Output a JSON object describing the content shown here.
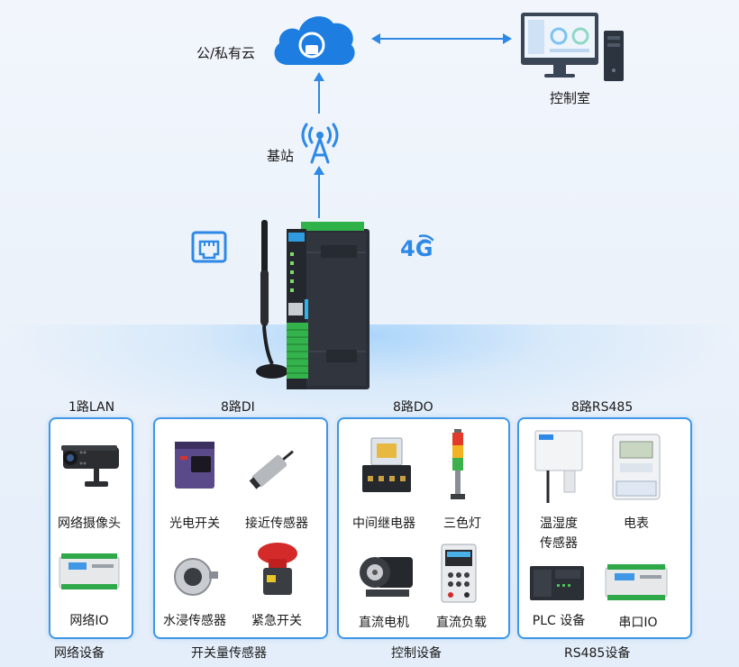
{
  "cloud": {
    "label": "公/私有云"
  },
  "control_room": {
    "label": "控制室"
  },
  "base_station": {
    "label": "基站"
  },
  "network_badge": {
    "text": "4G"
  },
  "interfaces": [
    {
      "label": "1路LAN"
    },
    {
      "label": "8路DI"
    },
    {
      "label": "8路DO"
    },
    {
      "label": "8路RS485"
    }
  ],
  "groups": [
    {
      "label": "网络设备",
      "devices": [
        {
          "label": "网络摄像头"
        },
        {
          "label": "网络IO"
        }
      ]
    },
    {
      "label": "开关量传感器",
      "devices": [
        {
          "label": "光电开关"
        },
        {
          "label": "接近传感器"
        },
        {
          "label": "水浸传感器"
        },
        {
          "label": "紧急开关"
        }
      ]
    },
    {
      "label": "控制设备",
      "devices": [
        {
          "label": "中间继电器"
        },
        {
          "label": "三色灯"
        },
        {
          "label": "直流电机"
        },
        {
          "label": "直流负载"
        }
      ]
    },
    {
      "label": "RS485设备",
      "devices": [
        {
          "label": "温湿度\n传感器"
        },
        {
          "label": "电表"
        },
        {
          "label": "PLC 设备"
        },
        {
          "label": "串口IO"
        }
      ]
    }
  ],
  "colors": {
    "accent": "#3f97e6",
    "cloud": "#1e7de0",
    "arrow": "#2d88e6"
  }
}
